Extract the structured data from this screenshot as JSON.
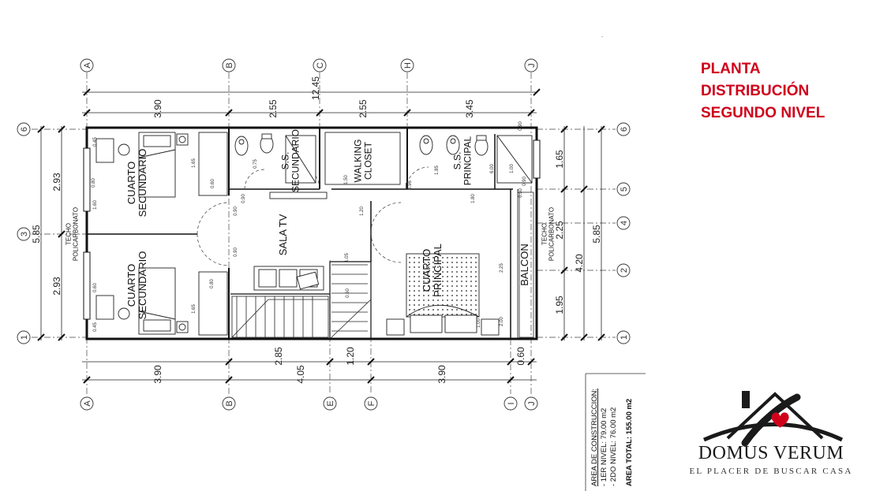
{
  "title": {
    "line1": "PLANTA",
    "line2": "DISTRIBUCIÓN",
    "line3": "SEGUNDO NIVEL"
  },
  "colors": {
    "title_red": "#d0021b",
    "heart_red": "#d0021b",
    "ink": "#1a1a1a"
  },
  "brand": {
    "name": "DOMUS VERUM",
    "tagline": "EL PLACER DE BUSCAR CASA",
    "icon": "house-heart-logo"
  },
  "plan": {
    "axes_top": [
      "A",
      "B",
      "C",
      "H",
      "J"
    ],
    "axes_bottom": [
      "A",
      "B",
      "E",
      "F",
      "I",
      "J"
    ],
    "axes_left": [
      "6",
      "3",
      "1"
    ],
    "axes_right": [
      "6",
      "5",
      "4",
      "2",
      "1"
    ],
    "dims_top": {
      "overall": "12.45",
      "segments": [
        "3.90",
        "2.55",
        "2.55",
        "3.45"
      ]
    },
    "dims_bottom": {
      "row1": [
        "2.85",
        "1.20",
        "0.60"
      ],
      "row2": [
        "3.90",
        "4.05",
        "3.90"
      ]
    },
    "dims_left": {
      "overall": "5.85",
      "segments": [
        "2.93",
        "2.93"
      ]
    },
    "dims_right": {
      "overall": "5.85",
      "mid": "4.20",
      "segments": [
        "1.65",
        "2.25",
        "1.95"
      ]
    },
    "rooms": {
      "cuarto_sec_top": "CUARTO\nSECUNDARIO",
      "cuarto_sec_bottom": "CUARTO\nSECUNDARIO",
      "ss_secundario": "S.S.\nSECUNDARIO",
      "walking_closet": "WALKING\nCLOSET",
      "ss_principal": "S.S.\nPRINCIPAL",
      "sala_tv": "SALA TV",
      "cuarto_principal": "CUARTO\nPRINCIPAL",
      "balcon": "BALCON",
      "techo_left": "TECHO\nPOLICARBONATO",
      "techo_right": "TECHO\nPOLICARBONATO"
    },
    "small_dims": [
      "1.65",
      "0.60",
      "0.90",
      "0.80",
      "1.60",
      "0.45",
      "0.75",
      "1.50",
      "0.30",
      "2.25",
      "1.05",
      "1.20",
      "0.60",
      "1.00",
      "2.00",
      "1.80",
      "0.96",
      "1.85",
      "6.00",
      "1.00",
      "0.90",
      "0.90",
      "0.90",
      "0.80",
      "0.60",
      "0.45",
      "1.65",
      "0.90"
    ]
  },
  "area_note": {
    "heading": "AREA DE CONSTRUCCION:",
    "line1": "-    1ER NIVEL: 79.00 m2",
    "line2": "-    2DO NIVEL: 76.00 m2",
    "total": "AREA TOTAL: 155.00 m2"
  }
}
